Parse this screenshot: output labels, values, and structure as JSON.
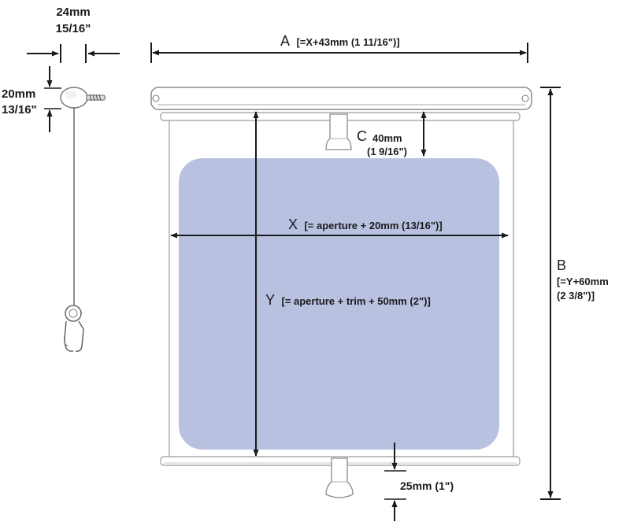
{
  "colors": {
    "ink": "#1a1a1a",
    "panel": "#b9c1e1",
    "hardware": "#ffffff",
    "hardware_stroke": "#8a8a8a"
  },
  "side_detail": {
    "width_mm": "24mm",
    "width_in": "15/16\"",
    "height_mm": "20mm",
    "height_in": "13/16\""
  },
  "dim_a": {
    "letter": "A",
    "text": "[=X+43mm (1 11/16\")]"
  },
  "dim_b": {
    "letter": "B",
    "line1": "[=Y+60mm",
    "line2": "(2 3/8\")]"
  },
  "dim_c": {
    "letter": "C",
    "line1": "40mm",
    "line2": "(1 9/16\")"
  },
  "dim_x": {
    "letter": "X",
    "text": "[= aperture + 20mm (13/16\")]"
  },
  "dim_y": {
    "letter": "Y",
    "text": "[= aperture + trim + 50mm (2\")]"
  },
  "dim_bottom": {
    "text": "25mm (1\")"
  }
}
